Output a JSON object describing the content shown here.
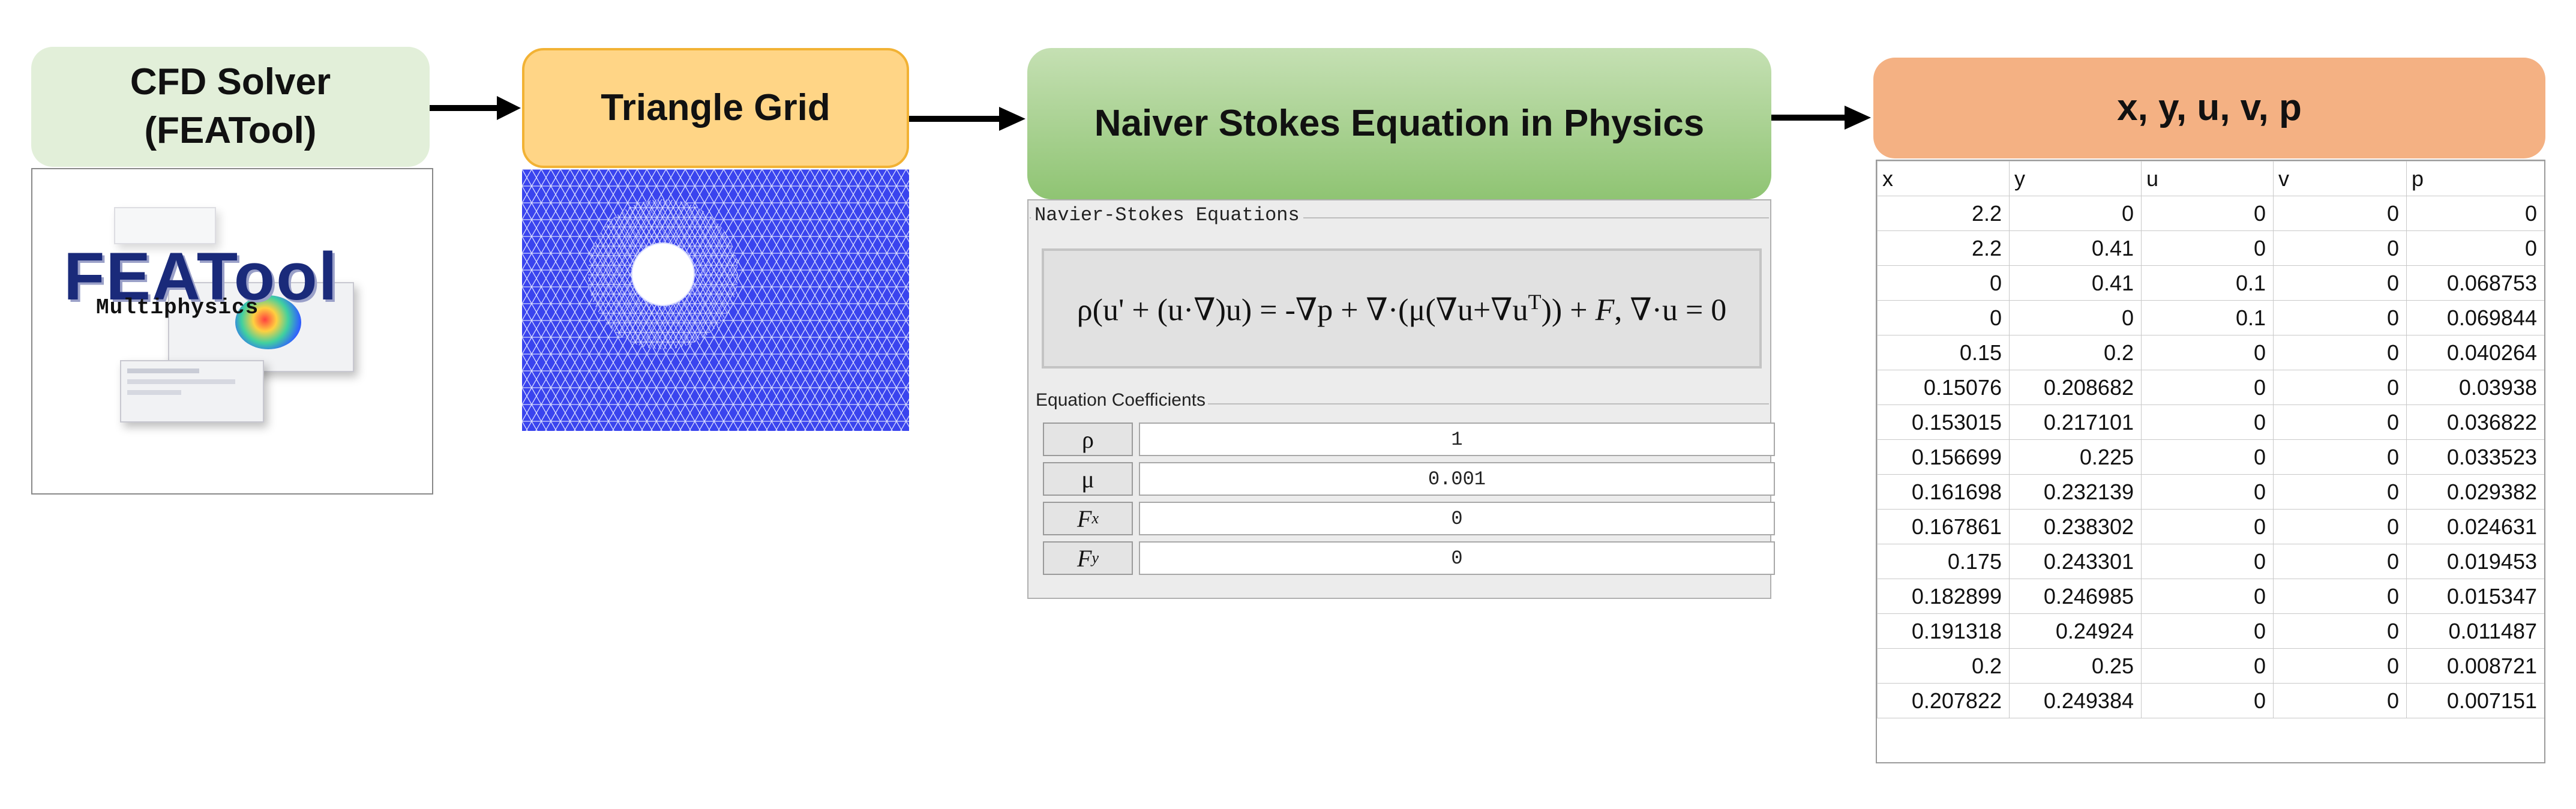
{
  "flow": {
    "cfd_solver": "CFD Solver\n(FEATool)",
    "triangle_grid": "Triangle Grid",
    "navier_stokes": "Naiver Stokes Equation in Physics",
    "output_vars": "x, y, u, v, p"
  },
  "logo": {
    "title": "FEATool",
    "subtitle": "Multiphysics"
  },
  "ns_panel": {
    "group_title": "Navier-Stokes Equations",
    "equation": "ρ(u' + (u·∇)u) = -∇p + ∇·(μ(∇u+∇u^T)) + F, ∇·u = 0",
    "coefficients_title": "Equation Coefficients",
    "coefficients": [
      {
        "symbol": "ρ",
        "sub": "",
        "value": "1"
      },
      {
        "symbol": "μ",
        "sub": "",
        "value": "0.001"
      },
      {
        "symbol": "F",
        "sub": "x",
        "value": "0"
      },
      {
        "symbol": "F",
        "sub": "y",
        "value": "0"
      }
    ]
  },
  "table": {
    "headers": [
      "x",
      "y",
      "u",
      "v",
      "p"
    ],
    "rows": [
      [
        "2.2",
        "0",
        "0",
        "0",
        "0"
      ],
      [
        "2.2",
        "0.41",
        "0",
        "0",
        "0"
      ],
      [
        "0",
        "0.41",
        "0.1",
        "0",
        "0.068753"
      ],
      [
        "0",
        "0",
        "0.1",
        "0",
        "0.069844"
      ],
      [
        "0.15",
        "0.2",
        "0",
        "0",
        "0.040264"
      ],
      [
        "0.15076",
        "0.208682",
        "0",
        "0",
        "0.03938"
      ],
      [
        "0.153015",
        "0.217101",
        "0",
        "0",
        "0.036822"
      ],
      [
        "0.156699",
        "0.225",
        "0",
        "0",
        "0.033523"
      ],
      [
        "0.161698",
        "0.232139",
        "0",
        "0",
        "0.029382"
      ],
      [
        "0.167861",
        "0.238302",
        "0",
        "0",
        "0.024631"
      ],
      [
        "0.175",
        "0.243301",
        "0",
        "0",
        "0.019453"
      ],
      [
        "0.182899",
        "0.246985",
        "0",
        "0",
        "0.015347"
      ],
      [
        "0.191318",
        "0.24924",
        "0",
        "0",
        "0.011487"
      ],
      [
        "0.2",
        "0.25",
        "0",
        "0",
        "0.008721"
      ],
      [
        "0.207822",
        "0.249384",
        "0",
        "0",
        "0.007151"
      ]
    ]
  },
  "colors": {
    "mesh_fill": "#3a44ee",
    "mesh_lines": "#d8dcff",
    "cfd_box": "#e2efd9",
    "grid_box": "#ffd586",
    "ns_box": "#a9d18e",
    "output_box": "#f4b183"
  }
}
